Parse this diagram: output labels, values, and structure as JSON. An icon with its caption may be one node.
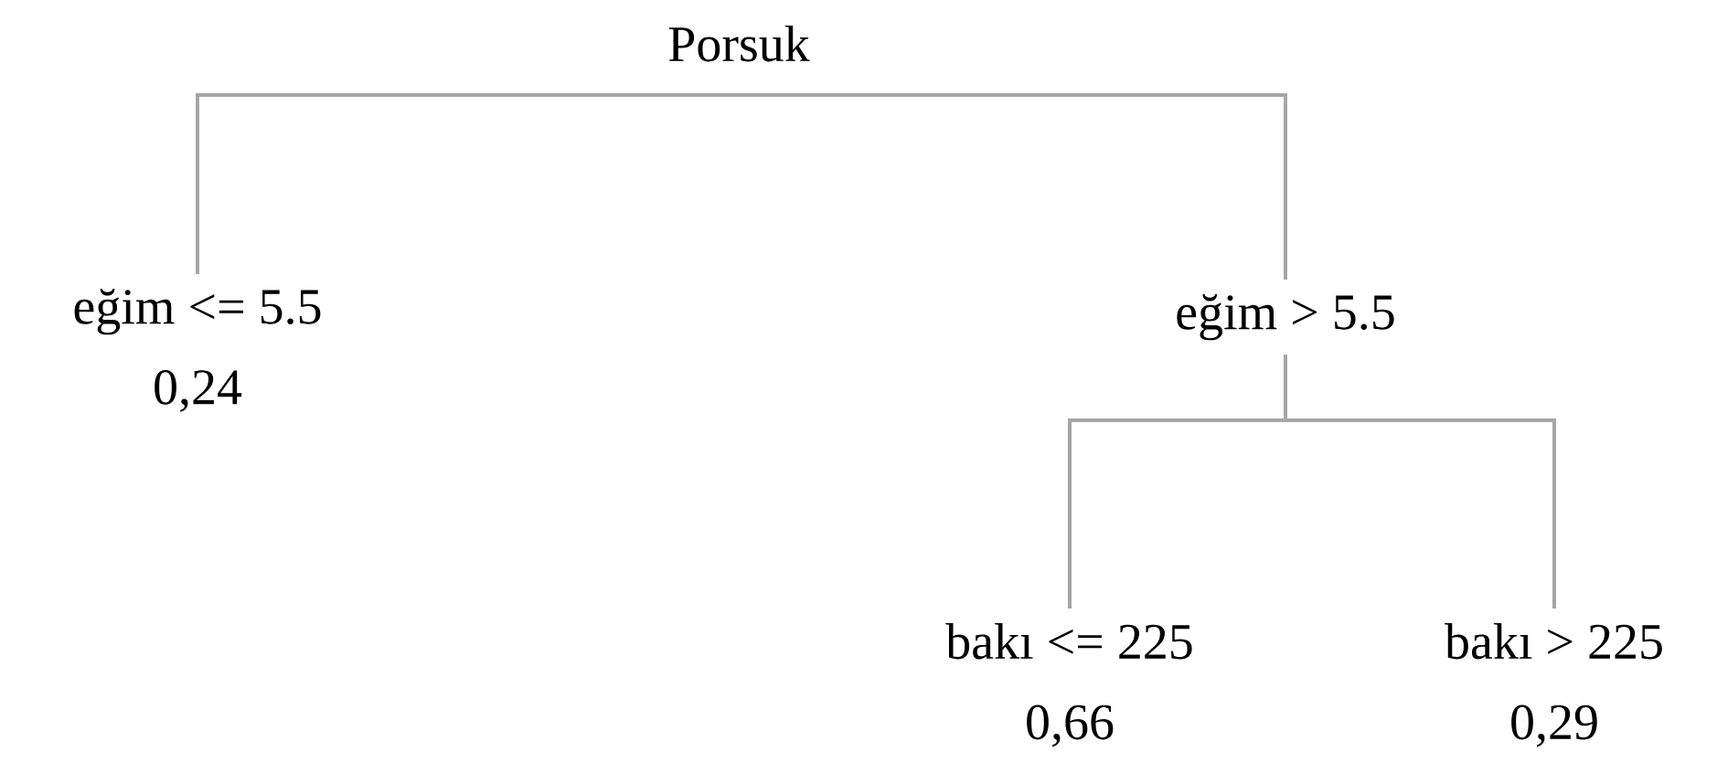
{
  "diagram": {
    "nodes": [
      {
        "text": [
          "Porsuk"
        ]
      },
      {
        "text": [
          "eğim <= 5.5",
          "0,24"
        ]
      },
      {
        "text": [
          "eğim > 5.5"
        ]
      },
      {
        "text": [
          "bakı <= 225",
          "0,66"
        ]
      },
      {
        "text": [
          "bakı > 225",
          "0,29"
        ]
      }
    ],
    "edges": [
      {
        "from": 0,
        "to": 1,
        "arrow": "none"
      },
      {
        "from": 0,
        "to": 2,
        "arrow": "none"
      },
      {
        "from": 2,
        "to": 3,
        "arrow": "none"
      },
      {
        "from": 2,
        "to": 4,
        "arrow": "none"
      }
    ]
  }
}
